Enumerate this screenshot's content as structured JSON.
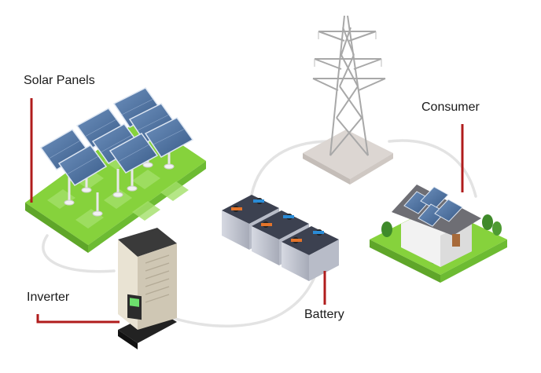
{
  "labels": {
    "solar_panels": "Solar Panels",
    "consumer": "Consumer",
    "inverter": "Inverter",
    "battery": "Battery"
  },
  "colors": {
    "leader_line": "#b01c1c",
    "cable": "#e6e6e6",
    "grass": "#86d23c",
    "grass_side": "#5fa629",
    "panel": "#4a6f9e",
    "tower": "#a7a7a7",
    "battery_body": "#c9ccd6",
    "inverter_body": "#e9e3d3"
  },
  "icons": {
    "solar": "solar-panel-array-icon",
    "tower": "transmission-tower-icon",
    "battery": "battery-bank-icon",
    "inverter": "inverter-icon",
    "house": "house-icon"
  }
}
